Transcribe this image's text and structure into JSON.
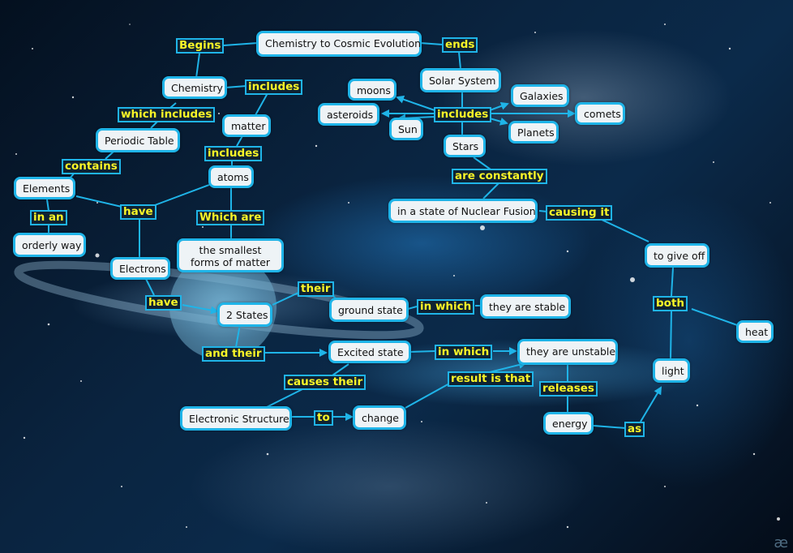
{
  "title": "Chemistry to Cosmic Evolution",
  "colors": {
    "link": "#1fb4e8",
    "node_bg": "#eef3f6",
    "label_text": "#f8f428",
    "label_bg": "#0e2232"
  },
  "concepts": {
    "root": "Chemistry to Cosmic Evolution",
    "chemistry": "Chemistry",
    "solar_system": "Solar System",
    "periodic_table": "Periodic Table",
    "matter": "matter",
    "elements": "Elements",
    "atoms": "atoms",
    "orderly_way": "orderly way",
    "smallest_forms": "the smallest forms of matter",
    "electrons": "Electrons",
    "two_states": "2 States",
    "ground_state": "ground state",
    "stable": "they are stable",
    "excited_state": "Excited state",
    "unstable": "they are unstable",
    "electronic_structure": "Electronic Structure",
    "change": "change",
    "energy": "energy",
    "light": "light",
    "heat": "heat",
    "give_off": "to give off",
    "nuclear_fusion": "in a state of Nuclear Fusion",
    "moons": "moons",
    "asteroids": "asteroids",
    "sun": "Sun",
    "stars": "Stars",
    "galaxies": "Galaxies",
    "comets": "comets",
    "planets": "Planets"
  },
  "links": {
    "begins": "Begins",
    "ends": "ends",
    "includes_chem": "includes",
    "which_includes": "which includes",
    "includes_matter": "includes",
    "contains": "contains",
    "in_an": "in an",
    "have_1": "have",
    "which_are": "Which are",
    "have_2": "have",
    "their": "their",
    "in_which_1": "in which",
    "and_their": "and their",
    "in_which_2": "in which",
    "causes_their": "causes their",
    "result_is_that": "result is that",
    "releases": "releases",
    "to": "to",
    "as": "as",
    "both": "both",
    "causing_it": "causing it",
    "are_constantly": "are constantly",
    "includes_solar": "includes"
  },
  "watermark": "æ"
}
